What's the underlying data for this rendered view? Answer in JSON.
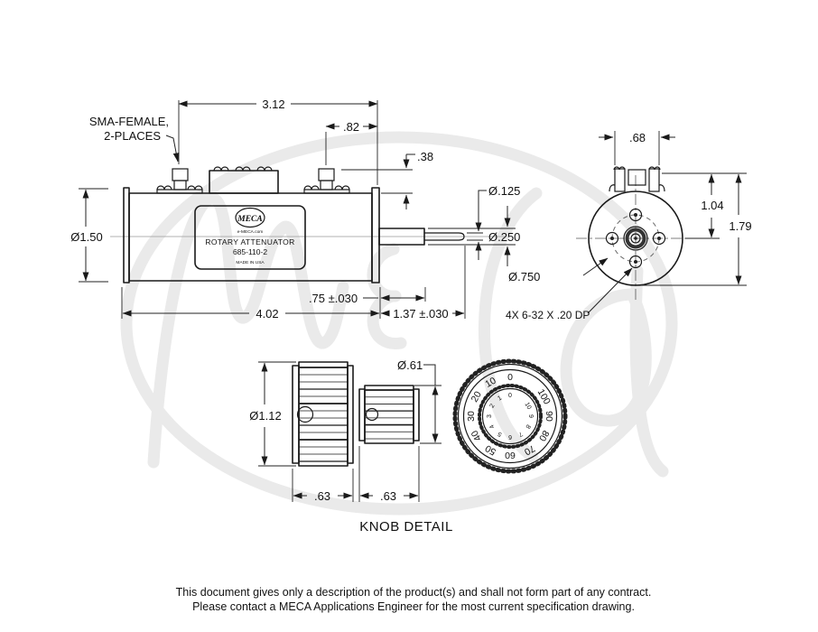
{
  "side_view": {
    "sma_label1": "SMA-FEMALE,",
    "sma_label2": "2-PLACES",
    "nameplate": {
      "logo": "MECA",
      "website": "e-MECA.com",
      "product": "ROTARY ATTENUATOR",
      "model": "685-110-2",
      "origin": "MADE IN USA"
    },
    "dimensions": {
      "overall_top": "3.12",
      "sma_offset": ".82",
      "sma_height": ".38",
      "body_diameter": "Ø1.50",
      "overall_length": "4.02",
      "bushing_length": ".75 ±.030",
      "shaft_length": "1.37 ±.030",
      "tip_diameter": "Ø.125",
      "shaft_diameter": "Ø.250"
    }
  },
  "end_view": {
    "dimensions": {
      "connector_width": ".68",
      "shaft_center": "1.04",
      "overall_height": "1.79",
      "bolt_circle": "Ø.750",
      "tap_callout": "4X 6-32 X .20 DP"
    }
  },
  "knob_detail": {
    "title": "KNOB DETAIL",
    "dimensions": {
      "large_knob_diameter": "Ø1.12",
      "small_knob_diameter": "Ø.61",
      "large_knob_length": ".63",
      "small_knob_length": ".63"
    },
    "dial": {
      "outer_scale": [
        "0",
        "10",
        "20",
        "30",
        "40",
        "50",
        "60",
        "70",
        "80",
        "90",
        "100"
      ],
      "inner_scale": [
        "0",
        "1",
        "2",
        "3",
        "4",
        "5",
        "6",
        "7",
        "8",
        "9",
        "10"
      ]
    }
  },
  "footer": {
    "line1": "This document gives only a description of the product(s) and shall not form part of any contract.",
    "line2": "Please contact a MECA Applications Engineer for the most current specification drawing."
  }
}
